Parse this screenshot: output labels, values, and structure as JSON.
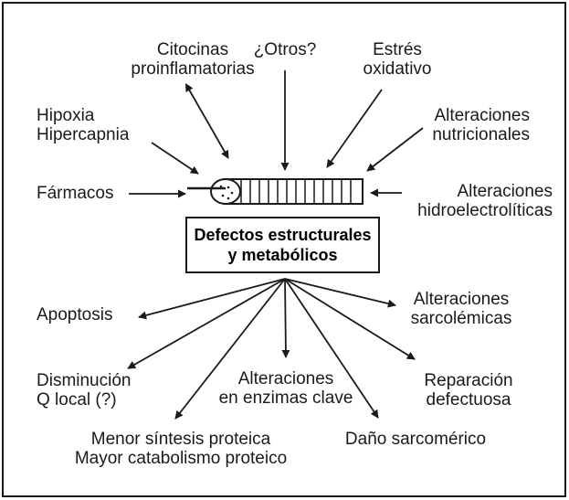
{
  "diagram": {
    "center": {
      "line1": "Defectos estructurales",
      "line2": "y metabólicos"
    },
    "causes": {
      "citocinas": {
        "line1": "Citocinas",
        "line2": "proinflamatorias"
      },
      "otros": {
        "line1": "¿Otros?"
      },
      "estres": {
        "line1": "Estrés",
        "line2": "oxidativo"
      },
      "hipoxia": {
        "line1": "Hipoxia",
        "line2": "Hipercapnia"
      },
      "nutricionales": {
        "line1": "Alteraciones",
        "line2": "nutricionales"
      },
      "farmacos": {
        "line1": "Fármacos"
      },
      "hidroelectroliticas": {
        "line1": "Alteraciones",
        "line2": "hidroelectrolíticas"
      }
    },
    "effects": {
      "apoptosis": {
        "line1": "Apoptosis"
      },
      "sarcolemicas": {
        "line1": "Alteraciones",
        "line2": "sarcolémicas"
      },
      "disminucion": {
        "line1": "Disminución",
        "line2": "Q local (?)"
      },
      "enzimas": {
        "line1": "Alteraciones",
        "line2": "en enzimas clave"
      },
      "reparacion": {
        "line1": "Reparación",
        "line2": "defectuosa"
      },
      "sintesis": {
        "line1": "Menor síntesis proteica",
        "line2": "Mayor catabolismo proteico"
      },
      "dano": {
        "line1": "Daño sarcomérico"
      }
    }
  },
  "colors": {
    "stroke": "#1a1a1a",
    "background": "#ffffff"
  }
}
